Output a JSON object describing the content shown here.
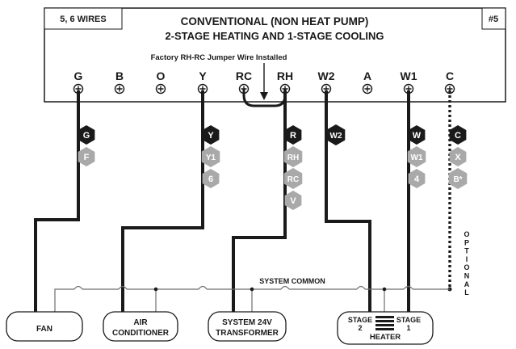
{
  "header": {
    "wire_count": "5, 6 WIRES",
    "title_line1": "CONVENTIONAL (NON HEAT PUMP)",
    "title_line2": "2-STAGE HEATING AND 1-STAGE COOLING",
    "diagram_number": "#5"
  },
  "jumper_note": "Factory RH-RC Jumper Wire Installed",
  "terminals": [
    "G",
    "B",
    "O",
    "Y",
    "RC",
    "RH",
    "W2",
    "A",
    "W1",
    "C"
  ],
  "wire_tags": {
    "G": [
      "G",
      "F"
    ],
    "Y": [
      "Y",
      "Y1",
      "6"
    ],
    "RH": [
      "R",
      "RH",
      "RC",
      "V"
    ],
    "W2": [
      "W2"
    ],
    "W1": [
      "W",
      "W1",
      "4"
    ],
    "C": [
      "C",
      "X",
      "B*"
    ]
  },
  "system_common": "SYSTEM COMMON",
  "optional_label": "OPTIONAL",
  "devices": {
    "fan": "FAN",
    "ac_line1": "AIR",
    "ac_line2": "CONDITIONER",
    "transformer_line1": "SYSTEM 24V",
    "transformer_line2": "TRANSFORMER",
    "heater": "HEATER",
    "stage2_line1": "STAGE",
    "stage2_line2": "2",
    "stage1_line1": "STAGE",
    "stage1_line2": "1"
  },
  "colors": {
    "wire": "#1a1a1a",
    "tag_dark": "#1a1a1a",
    "tag_light": "#a9a9a9",
    "common_wire": "#8a8a8a"
  }
}
